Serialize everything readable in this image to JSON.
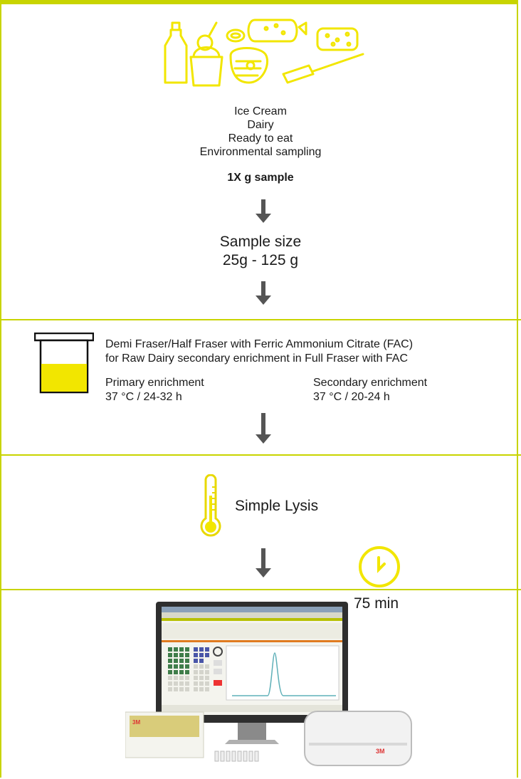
{
  "section1": {
    "items": [
      "Ice Cream",
      "Dairy",
      "Ready to eat",
      "Environmental sampling"
    ],
    "sample_note": "1X g sample",
    "sample_size_title": "Sample size",
    "sample_size_range": "25g - 125 g"
  },
  "section2": {
    "line1": "Demi Fraser/Half Fraser with Ferric Ammonium Citrate (FAC)",
    "line2": "for Raw Dairy secondary enrichment in Full Fraser with FAC",
    "primary_label": "Primary enrichment",
    "primary_value": "37 °C / 24-32 h",
    "secondary_label": "Secondary enrichment",
    "secondary_value": "37 °C / 20-24 h"
  },
  "section3": {
    "label": "Simple Lysis"
  },
  "section4": {
    "time": "75 min"
  },
  "colors": {
    "accent": "#c8d400",
    "icon_yellow": "#f2e600",
    "arrow": "#555555"
  }
}
